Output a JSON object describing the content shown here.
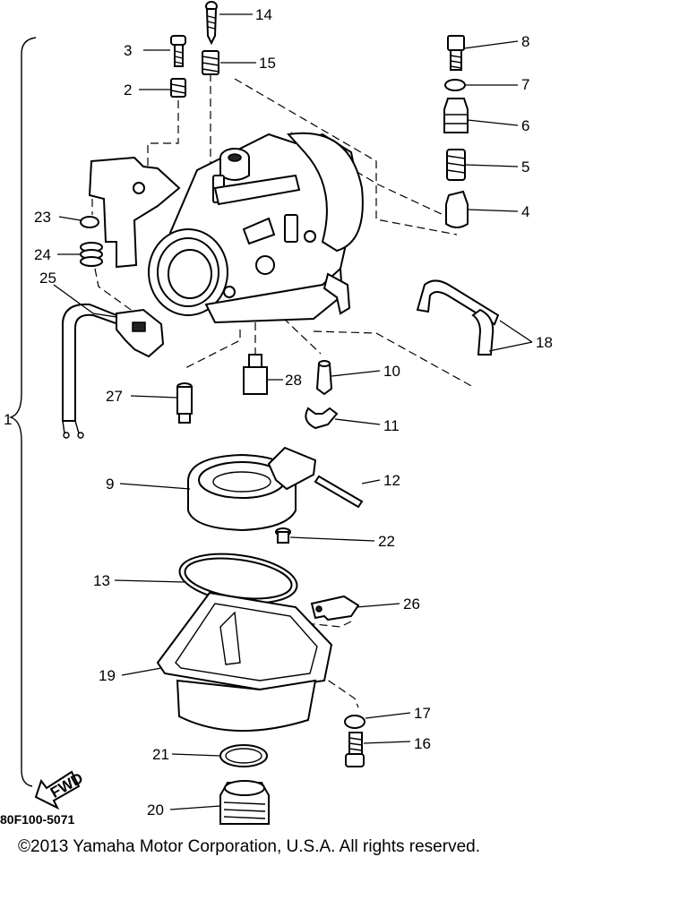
{
  "labels": {
    "p1": "1",
    "p2": "2",
    "p3": "3",
    "p4": "4",
    "p5": "5",
    "p6": "6",
    "p7": "7",
    "p8": "8",
    "p9": "9",
    "p10": "10",
    "p11": "11",
    "p12": "12",
    "p13": "13",
    "p14": "14",
    "p15": "15",
    "p16": "16",
    "p17": "17",
    "p18": "18",
    "p19": "19",
    "p20": "20",
    "p21": "21",
    "p22": "22",
    "p23": "23",
    "p24": "24",
    "p25": "25",
    "p26": "26",
    "p27": "27",
    "p28": "28"
  },
  "fwd_label": "FWD",
  "diagram_code": "80F100-5071",
  "copyright": "©2013 Yamaha Motor Corporation, U.S.A. All rights reserved."
}
